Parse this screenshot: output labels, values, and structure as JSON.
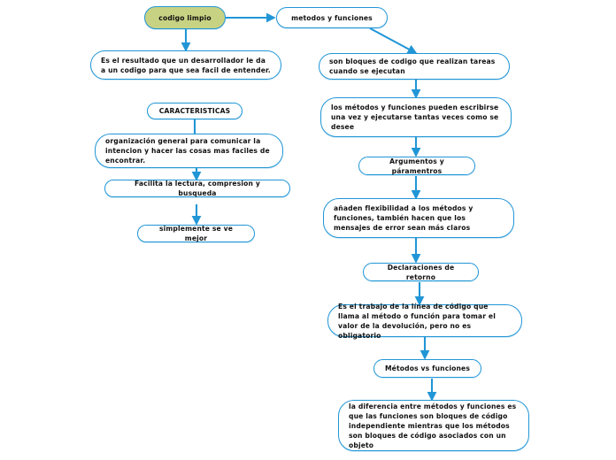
{
  "diagram": {
    "title": "codigo limpio",
    "type": "flowchart",
    "accent_color": "#2196d6",
    "root_fill_color": "#c8d283",
    "node_fill_color": "#ffffff",
    "text_color": "#101010",
    "background_color": "#ffffff"
  },
  "nodes": {
    "root": {
      "label": "codigo limpio"
    },
    "metodos_funciones": {
      "label": "metodos y funciones"
    },
    "es_el_resultado": {
      "label": "Es el resultado que un desarrollador le da a un codigo para que sea facil de entender."
    },
    "caracteristicas": {
      "label": "CARACTERISTICAS"
    },
    "organizacion": {
      "label": "organización general para comunicar la intencion y hacer las cosas mas faciles de encontrar."
    },
    "facilita": {
      "label": "Facilita la lectura, compresion y busqueda"
    },
    "simplemente": {
      "label": "simplemente se ve mejor"
    },
    "son_bloques": {
      "label": "son bloques de codigo que realizan tareas cuando se ejecutan"
    },
    "escribirse_una_vez": {
      "label": "los métodos y funciones pueden escribirse una vez y ejecutarse tantas veces como se desee"
    },
    "argumentos": {
      "label": "Argumentos y páramentros"
    },
    "anaden_flexibilidad": {
      "label": "añaden flexibilidad a los métodos y funciones, también hacen que los mensajes de error sean más claros"
    },
    "declaraciones_retorno": {
      "label": "Declaraciones de retorno"
    },
    "es_el_trabajo": {
      "label": "Es el trabajo de la línea de código que llama al método o función para tomar el valor de la devolución, pero no es obligatorio"
    },
    "metodos_vs_funciones": {
      "label": "Métodos vs funciones"
    },
    "la_diferencia": {
      "label": "la diferencia entre métodos y funciones es que las funciones son bloques de código independiente mientras que los métodos son bloques de código asociados con un objeto"
    }
  }
}
